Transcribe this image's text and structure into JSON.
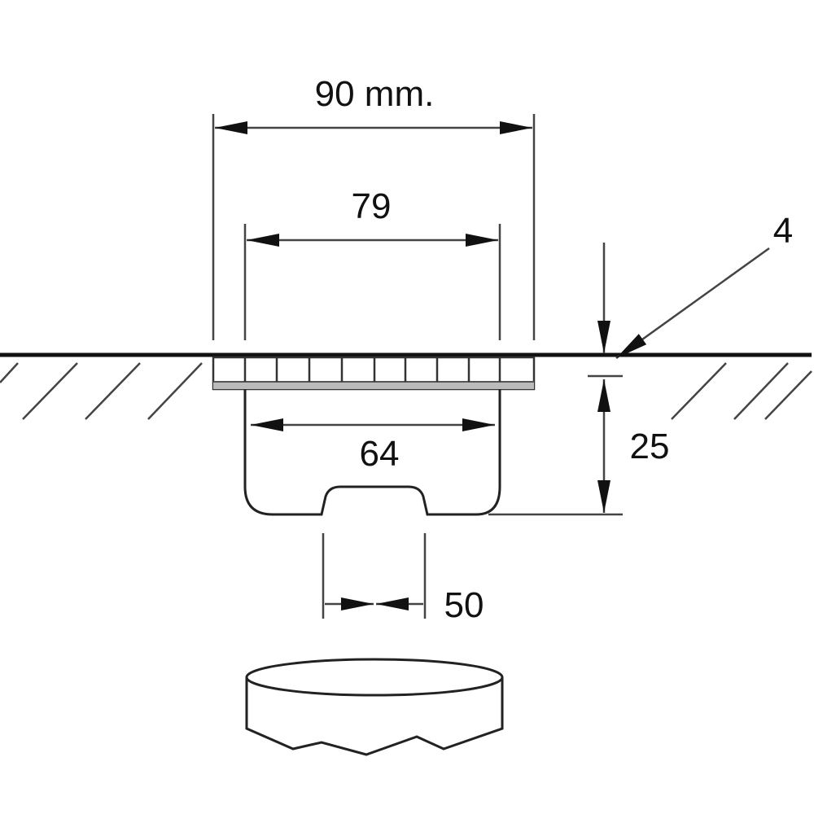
{
  "diagram": {
    "dimensions": {
      "outer_width": "90 mm.",
      "inner_width": "79",
      "body_width": "64",
      "flange_thickness": "4",
      "depth": "25",
      "notch_width": "50"
    },
    "colors": {
      "line": "#222222",
      "background": "#ffffff"
    }
  }
}
